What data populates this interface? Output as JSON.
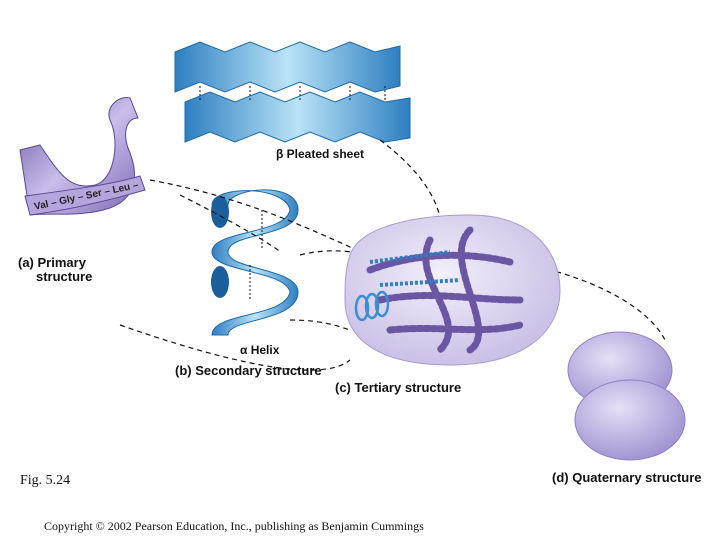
{
  "labels": {
    "primary_line1": "(a) Primary",
    "primary_line2": "structure",
    "pleated": "β Pleated sheet",
    "helix": "α Helix",
    "secondary": "(b) Secondary structure",
    "tertiary": "(c) Tertiary structure",
    "quaternary": "(d) Quaternary structure",
    "figure": "Fig. 5.24",
    "copyright": "Copyright © 2002 Pearson Education, Inc., publishing as Benjamin Cummings"
  },
  "ribbon_text": [
    "Val",
    "–",
    "Gly",
    "–",
    "Ser",
    "–",
    "Leu",
    "–"
  ],
  "colors": {
    "sheet": "#2f7fc1",
    "sheet_light": "#9bd0ee",
    "ribbon": "#9580c6",
    "ribbon_dark": "#6b56a3",
    "tertiary_bg": "#cbc1e3",
    "quaternary": "#b5a8dd"
  }
}
